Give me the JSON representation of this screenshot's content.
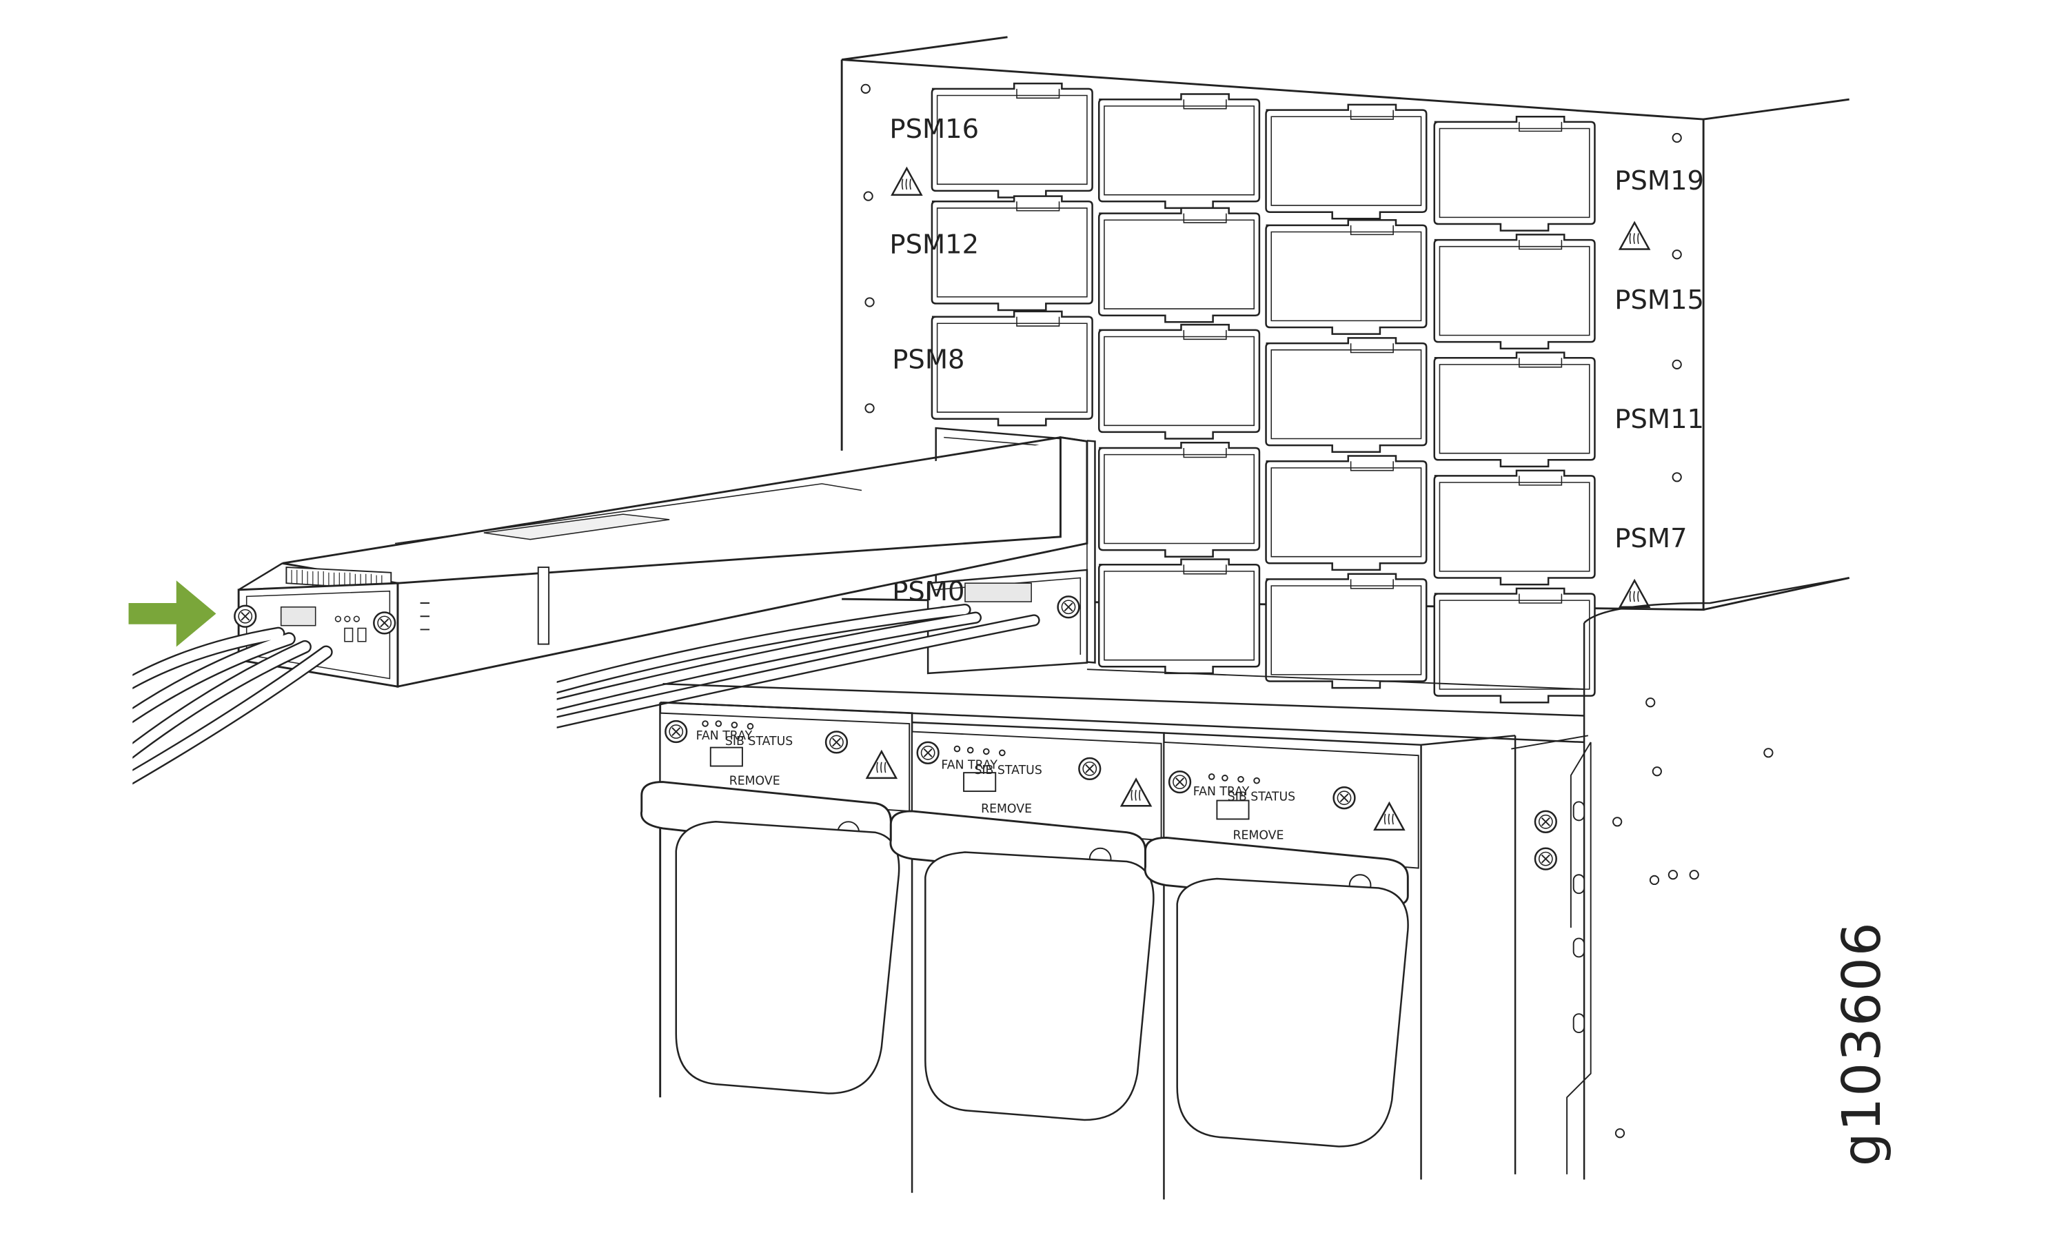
{
  "figure_id": "g103606",
  "slot_labels": {
    "psm16": "PSM16",
    "psm12": "PSM12",
    "psm8": "PSM8",
    "psm19": "PSM19",
    "psm15": "PSM15",
    "psm11": "PSM11",
    "psm7": "PSM7",
    "psm0": "PSM0"
  },
  "fan_tray_labels": {
    "fan_tray": "FAN TRAY",
    "sib_status": "SIB STATUS",
    "remove": "REMOVE"
  },
  "colors": {
    "arrow": "#7aa63a",
    "line": "#222222",
    "shade": "#e8e8e8"
  },
  "icons": [
    "insert-arrow-icon",
    "hot-surface-warning-icon",
    "ground-symbol-icon",
    "screw-icon"
  ]
}
